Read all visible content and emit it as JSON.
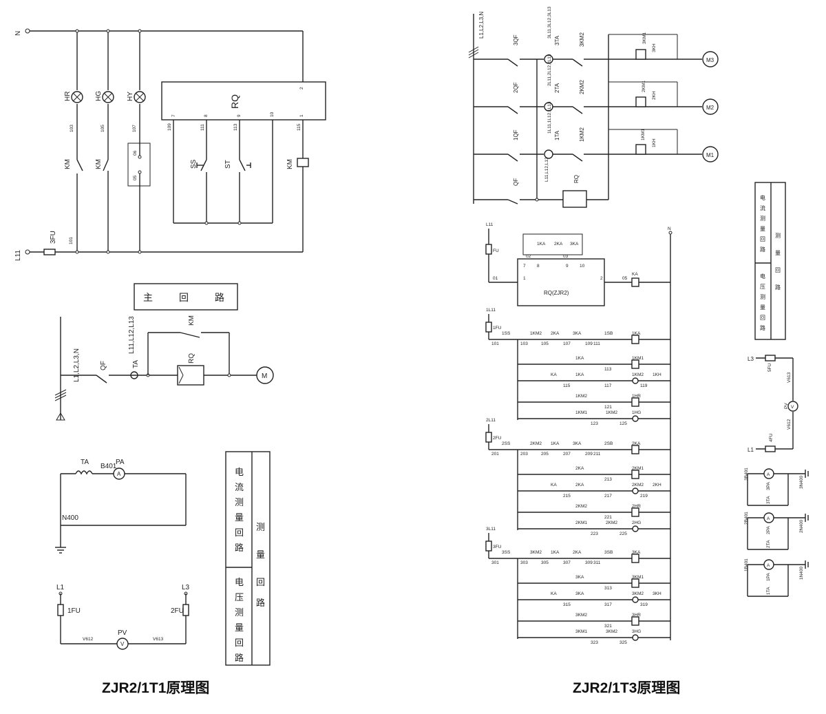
{
  "diagrams": {
    "left": {
      "caption": "ZJR2/1T1原理图",
      "control": {
        "N": "N",
        "L11": "L11",
        "fuse": "3FU",
        "lamps": [
          "HR",
          "HG",
          "HY"
        ],
        "wires": [
          "103",
          "105",
          "107",
          "101"
        ],
        "km": "KM",
        "rq": "RQ",
        "rq_terminals": [
          "7",
          "8",
          "9",
          "10",
          "1",
          "2"
        ],
        "wires2": [
          "109",
          "111",
          "113",
          "115"
        ],
        "ss": "SS",
        "st": "ST",
        "hy_terminals": [
          "06",
          "05"
        ]
      },
      "main_title": [
        "主",
        "回",
        "路"
      ],
      "main": {
        "bus": "L1,L2,L3,N",
        "qf": "QF",
        "phase": "L11,L12,L13",
        "ta": "TA",
        "km": "KM",
        "rq": "RQ",
        "motor": "M"
      },
      "measure": {
        "ta": "TA",
        "b": "B401",
        "pa": "PA",
        "pa_sym": "A",
        "n": "N400",
        "l1": "L1",
        "l3": "L3",
        "fu1": "1FU",
        "fu2": "2FU",
        "pv": "PV",
        "pv_sym": "V",
        "v1": "V612",
        "v2": "V613"
      },
      "table_left": [
        [
          "电",
          "流",
          "测",
          "量",
          "回",
          "路"
        ],
        [
          "电",
          "压",
          "测",
          "量",
          "回",
          "路"
        ]
      ],
      "table_right": [
        "测",
        "量",
        "回",
        "路"
      ]
    },
    "right": {
      "caption": "ZJR2/1T3原理图",
      "main": {
        "bus": "L1,L2,L3,N",
        "breakers": [
          "3QF",
          "2QF",
          "1QF",
          "QF"
        ],
        "phases": [
          "3L11,3L12,3L13",
          "2L11,2L12,2L13",
          "1L11,1L12,1L13",
          "L11,L12,L13"
        ],
        "tas": [
          "3TA",
          "2TA",
          "1TA"
        ],
        "contactors": [
          "3KM2",
          "2KM2",
          "1KM2"
        ],
        "km1": [
          "3KM1",
          "2KM1",
          "1KM1"
        ],
        "kh": [
          "3KH",
          "2KH",
          "1KH"
        ],
        "motors": [
          "M3",
          "M2",
          "M1"
        ],
        "rq": "RQ"
      },
      "rq_unit": {
        "l11": "L11",
        "n": "N",
        "fu": "FU",
        "relays": [
          "1KA",
          "2KA",
          "3KA"
        ],
        "terms": [
          "02",
          "03",
          "7",
          "8",
          "9",
          "10",
          "01",
          "1",
          "2",
          "05"
        ],
        "box": "RQ(ZJR2)",
        "ka": "KA"
      },
      "loops": [
        {
          "feed": "1L11",
          "fu": "1FU",
          "ss": "1SS",
          "w": [
            "101",
            "103",
            "105",
            "107",
            "109",
            "111",
            "113",
            "115",
            "117",
            "119",
            "121",
            "123",
            "125"
          ],
          "c": [
            "1KM2",
            "2KA",
            "3KA",
            "1SB",
            "1KA",
            "1KA",
            "1KM1",
            "KA",
            "1KA",
            "1KM2",
            "1KH",
            "1KM2",
            "1HR",
            "1KM1",
            "1KM2",
            "1HG"
          ]
        },
        {
          "feed": "2L11",
          "fu": "2FU",
          "ss": "2SS",
          "w": [
            "201",
            "203",
            "205",
            "207",
            "209",
            "211",
            "213",
            "215",
            "217",
            "219",
            "221",
            "223",
            "225"
          ],
          "c": [
            "2KM2",
            "1KA",
            "3KA",
            "2SB",
            "2KA",
            "2KA",
            "2KM1",
            "KA",
            "2KA",
            "2KM2",
            "2KH",
            "2KM2",
            "2HR",
            "2KM1",
            "2KM2",
            "2HG"
          ]
        },
        {
          "feed": "3L11",
          "fu": "3FU",
          "ss": "3SS",
          "w": [
            "301",
            "303",
            "305",
            "307",
            "309",
            "311",
            "313",
            "315",
            "317",
            "319",
            "321",
            "323",
            "325"
          ],
          "c": [
            "3KM2",
            "1KA",
            "2KA",
            "3SB",
            "3KA",
            "3KA",
            "3KM1",
            "KA",
            "3KA",
            "3KM2",
            "3KH",
            "3KM2",
            "3HR",
            "3KM1",
            "3KM2",
            "3HG"
          ]
        }
      ],
      "table_left": [
        [
          "电",
          "流",
          "测",
          "量",
          "回",
          "路"
        ],
        [
          "电",
          "压",
          "测",
          "量",
          "回",
          "路"
        ]
      ],
      "table_right": [
        "测",
        "量",
        "回",
        "路"
      ],
      "volt": {
        "l3": "L3",
        "l1": "L1",
        "fu5": "5FU",
        "fu4": "4FU",
        "v1": "V613",
        "v2": "V612",
        "pv": "PV",
        "sym": "V"
      },
      "amps": [
        {
          "b": "3B401",
          "pa": "3PA",
          "ta": "3TA",
          "n": "3N400",
          "sym": "A"
        },
        {
          "b": "2B401",
          "pa": "2PA",
          "ta": "2TA",
          "n": "2N400",
          "sym": "A"
        },
        {
          "b": "1B401",
          "pa": "1PA",
          "ta": "1TA",
          "n": "1N400",
          "sym": "A"
        }
      ]
    }
  }
}
